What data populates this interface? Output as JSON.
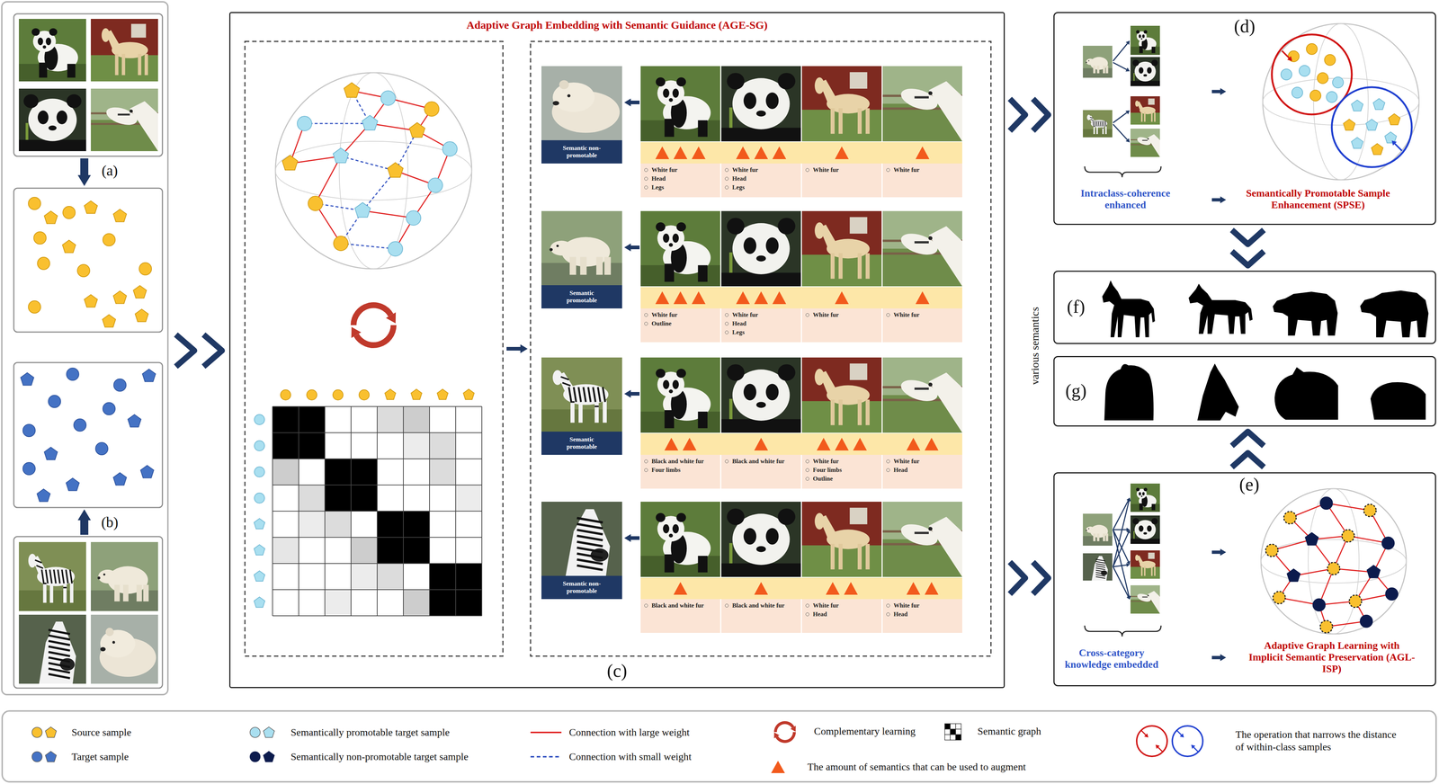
{
  "diagram": {
    "nodes": [
      {
        "text": [
          "Adaptive Graph Embedding with Semantic Guidance (AGE-SG)",
          "(c)"
        ]
      },
      {
        "text": [
          "Semantic non-promotable"
        ],
        "in": 0
      },
      {
        "text": [
          "White fur",
          "Head",
          "Legs"
        ],
        "in": 0
      },
      {
        "text": [
          "White fur",
          "Head",
          "Legs"
        ],
        "in": 0
      },
      {
        "text": [
          "White fur"
        ],
        "in": 0
      },
      {
        "text": [
          "White fur"
        ],
        "in": 0
      },
      {
        "text": [
          "Semantic promotable"
        ],
        "in": 0
      },
      {
        "text": [
          "White fur",
          "Outline"
        ],
        "in": 0
      },
      {
        "text": [
          "White fur",
          "Head",
          "Legs"
        ],
        "in": 0
      },
      {
        "text": [
          "White fur"
        ],
        "in": 0
      },
      {
        "text": [
          "White fur"
        ],
        "in": 0
      },
      {
        "text": [
          "Semantic promotable"
        ],
        "in": 0
      },
      {
        "text": [
          "Black and white fur",
          "Four limbs"
        ],
        "in": 0
      },
      {
        "text": [
          "Black and white fur"
        ],
        "in": 0
      },
      {
        "text": [
          "White fur",
          "Four limbs",
          "Outline"
        ],
        "in": 0
      },
      {
        "text": [
          "White fur",
          "Head"
        ],
        "in": 0
      },
      {
        "text": [
          "Semantic non-promotable"
        ],
        "in": 0
      },
      {
        "text": [
          "Black and white fur"
        ],
        "in": 0
      },
      {
        "text": [
          "Black and white fur"
        ],
        "in": 0
      },
      {
        "text": [
          "White fur",
          "Head"
        ],
        "in": 0
      },
      {
        "text": [
          "White fur",
          "Head"
        ],
        "in": 0
      },
      {
        "text": [
          "(d)",
          "Intraclass-coherence enhanced",
          "Semantically Promotable Sample Enhancement (SPSE)"
        ]
      },
      {
        "text": [
          "(f)"
        ]
      },
      {
        "text": [
          "(g)"
        ]
      },
      {
        "text": [
          "(e)",
          "Cross-category knowledge embedded",
          "Adaptive Graph Learning with Implicit Semantic Preservation (AGL-ISP)"
        ]
      }
    ],
    "edges": [
      {
        "from": 0,
        "to": 21,
        "arrow": "to"
      },
      {
        "from": 0,
        "to": 24,
        "arrow": "to"
      },
      {
        "from": 21,
        "to": 22,
        "arrow": "to"
      },
      {
        "from": 24,
        "to": 23,
        "arrow": "to"
      }
    ],
    "labels": [
      "(a)",
      "(b)",
      "various semantics"
    ],
    "legend": [
      {
        "text": "Source sample",
        "color": "#f9c02f"
      },
      {
        "text": "Target sample",
        "color": "#4472c4"
      },
      {
        "text": "Semantically promotable target sample",
        "color": "#a9dff0"
      },
      {
        "text": "Semantically non-promotable target sample",
        "color": "#0c1b4d"
      },
      {
        "text": "Connection with large weight"
      },
      {
        "text": "Connection with small weight"
      },
      {
        "text": "Complementary learning"
      },
      {
        "text": "Semantic graph"
      },
      {
        "text": "The amount of semantics that can be used to augment"
      },
      {
        "text": "The operation that narrows the distance of within-class samples"
      }
    ]
  }
}
